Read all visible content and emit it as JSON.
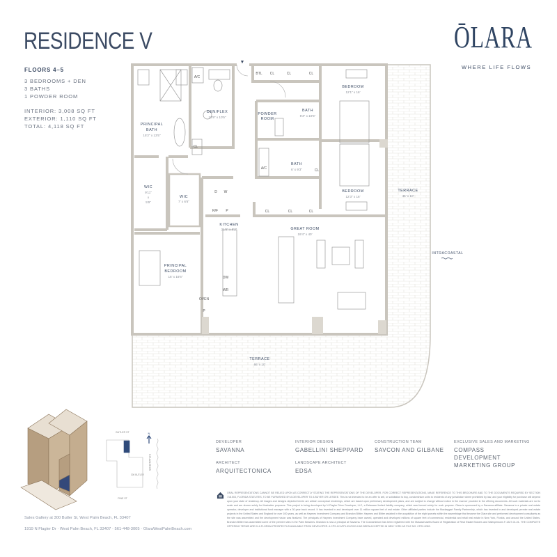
{
  "header": {
    "title": "RESIDENCE V",
    "floors": "FLOORS 4–5",
    "specs": [
      "3 BEDROOMS + DEN",
      "3 BATHS",
      "1 POWDER ROOM"
    ],
    "areas": [
      "INTERIOR: 3,008 SQ FT",
      "EXTERIOR: 1,110 SQ FT",
      "TOTAL: 4,118 SQ FT"
    ]
  },
  "brand": {
    "logo": "ŌLARA",
    "tagline": "WHERE LIFE FLOWS",
    "color": "#2f4462"
  },
  "plan": {
    "rooms": {
      "principal_bath": {
        "name1": "PRINCIPAL",
        "name2": "BATH",
        "dim": "15'2\" x 13'5\""
      },
      "den": {
        "name": "DEN/FLEX",
        "dim": "13'9\" x 10'5\""
      },
      "powder": {
        "name1": "POWDER",
        "name2": "ROOM"
      },
      "bath1": {
        "name": "BATH",
        "dim": "5'3\" x 10'5\""
      },
      "bath2": {
        "name": "BATH",
        "dim": "6' x 9'3\""
      },
      "bedroom1": {
        "name": "BEDROOM",
        "dim": "12'1\" x 16'"
      },
      "bedroom2": {
        "name": "BEDROOM",
        "dim": "12'3\" x 16'"
      },
      "terrace_side": {
        "name": "TERRACE",
        "dim": "45' x 10'"
      },
      "wic1": {
        "name": "WIC",
        "dim1": "9'11\"",
        "dim2": "x",
        "dim3": "5'9\""
      },
      "wic2": {
        "name": "WIC",
        "dim": "7' x 6'6\""
      },
      "kitchen": {
        "name": "KITCHEN",
        "dim": "21'6\" x 8'2\""
      },
      "great_room": {
        "name": "GREAT ROOM",
        "dim": "19'4\" x 40'"
      },
      "principal_bedroom": {
        "name1": "PRINCIPAL",
        "name2": "BEDROOM",
        "dim": "16' x 16'6\""
      },
      "terrace_main": {
        "name": "TERRACE",
        "dim": "66' x 10'"
      }
    },
    "fixtures": {
      "ac": "A/C",
      "cl": "CL",
      "btl": "BTL",
      "d": "D",
      "w": "W",
      "rf": "R/F",
      "p": "P",
      "oven": "OVEN",
      "dw": "DW",
      "wr": "WR"
    },
    "waterway": "INTRACOASTAL"
  },
  "sitemap": {
    "north": "N",
    "street_top": "BUTLER ST",
    "street_bottom": "PINE ST",
    "street_right": "N FLAGLER DR",
    "building_label": "300 BUTLER"
  },
  "credits": [
    {
      "label": "DEVELOPER",
      "value": "SAVANNA"
    },
    {
      "label": "INTERIOR DESIGN",
      "value": "GABELLINI SHEPPARD"
    },
    {
      "label": "CONSTRUCTION TEAM",
      "value": "SAVCON AND GILBANE"
    },
    {
      "label": "EXCLUSIVE SALES AND MARKETING",
      "value": "COMPASS DEVELOPMENT MARKETING GROUP"
    },
    {
      "label": "ARCHITECT",
      "value": "ARQUITECTONICA"
    },
    {
      "label": "LANDSCAPE ARCHITECT",
      "value": "EDSA"
    }
  ],
  "disclaimer": "ORAL REPRESENTATIONS CANNOT BE RELIED UPON AS CORRECTLY STATING THE REPRESENTATIONS OF THE DEVELOPER. FOR CORRECT REPRESENTATIONS, MAKE REFERENCE TO THIS BROCHURE AND TO THE DOCUMENTS REQUIRED BY SECTION 718.503, FLORIDA STATUTES, TO BE FURNISHED BY A DEVELOPER TO A BUYER OR LESSEE. This is not intended to be an offer to sell, or solicitation to buy, condominium units to residents of any jurisdiction where prohibited by law, and your eligibility for purchase will depend upon your state of residency. All images and designs depicted herein are artists' conceptual renderings, which are based upon preliminary development plans, and are subject to change without notice in the manner provided in the offering documents. All such materials are not to scale and are shown solely for illustrative purposes. This project is being developed by N Flagler Drive Developer, LLC, a Delaware limited liability company, which was formed solely for such purpose. Olara is sponsored by a Savanna affiliate. Savanna is a private real estate operator, developer and institutional fund manager with a 30-year track record. It has invested in and developed over 11 million square feet of real estate. Other affiliated parties include the Mackaygart Family Partnership, which has invested in and developed premier real estate projects in the United States and England for over 100 years, as well as Haymes Investment Company and Brandon Blitter. Haymes and Blitter assisted in the acquisition of the eight parcels within the assemblage that became the Olara site and performed development consultants as the site was assembled and the development vision was finalized. The principals of Haymes Investment Company have owned, operated and developed millions of square feet of commercial, residential and retail real estate in New York, Florida, and around the United States. Brandon Blitter has assembled some of the premier sites in the Palm Beaches. Brandon is now a principal at Savanna. The Condominium has been registered with the Massachusetts Board of Registration of Real Estate Brokers and Salespersons F-1327-01-01. THE COMPLETE OFFERING TERMS ARE IN A FLORIDA PROSPECTUS AVAILABLE FROM DEVELOPER. A CPS-12 APPLICATION HAS BEEN ACCEPTED IN NEW YORK AS FILE NO. CP22-0083.",
  "footer": {
    "sales_gallery": "Sales Gallery at 300 Butler St, West Palm Beach, FL 33407",
    "address": "1919 N Flagler Dr  ·  West Palm Beach, FL 33407  ·  561-448-3005  ·  OlaraWestPalmBeach.com"
  },
  "colors": {
    "text": "#3b4a63",
    "wall": "#c9c5bd",
    "accent": "#2f4a7a",
    "building": "#a08a70"
  }
}
